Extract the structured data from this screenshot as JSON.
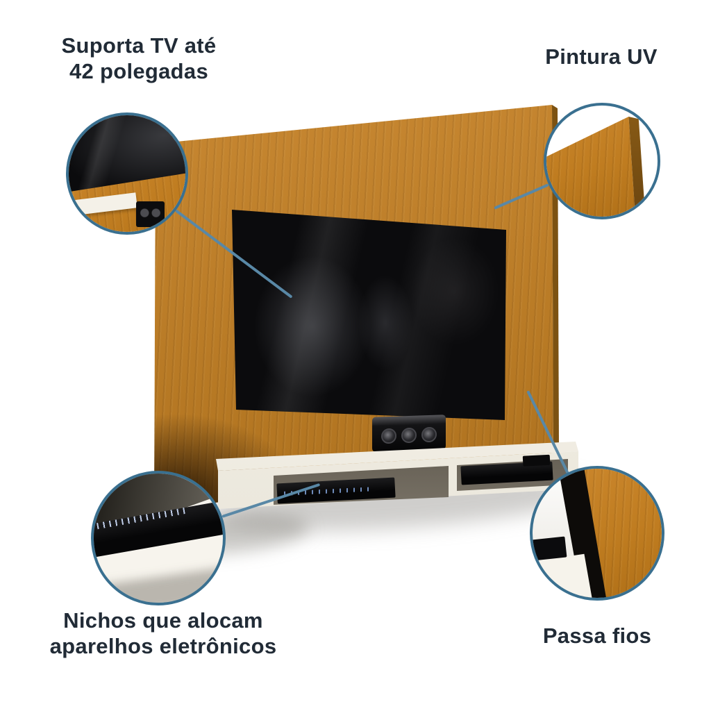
{
  "callouts": {
    "tv_size": {
      "line1": "Suporta TV até",
      "line2": "42 polegadas"
    },
    "uv_paint": {
      "label": "Pintura UV"
    },
    "niches": {
      "line1": "Nichos que alocam",
      "line2": "aparelhos eletrônicos"
    },
    "cable_pass": {
      "label": "Passa fios"
    }
  },
  "colors": {
    "background": "#ffffff",
    "text": "#212b36",
    "ring": "#3a7090",
    "connector": "#5988a6",
    "wood_light": "#ca862c",
    "wood": "#bf7c20",
    "wood_deep": "#b07018",
    "wood_edge": "#7c5212",
    "tv": "#0b0b0d",
    "shelf": "#f6f3ec"
  }
}
